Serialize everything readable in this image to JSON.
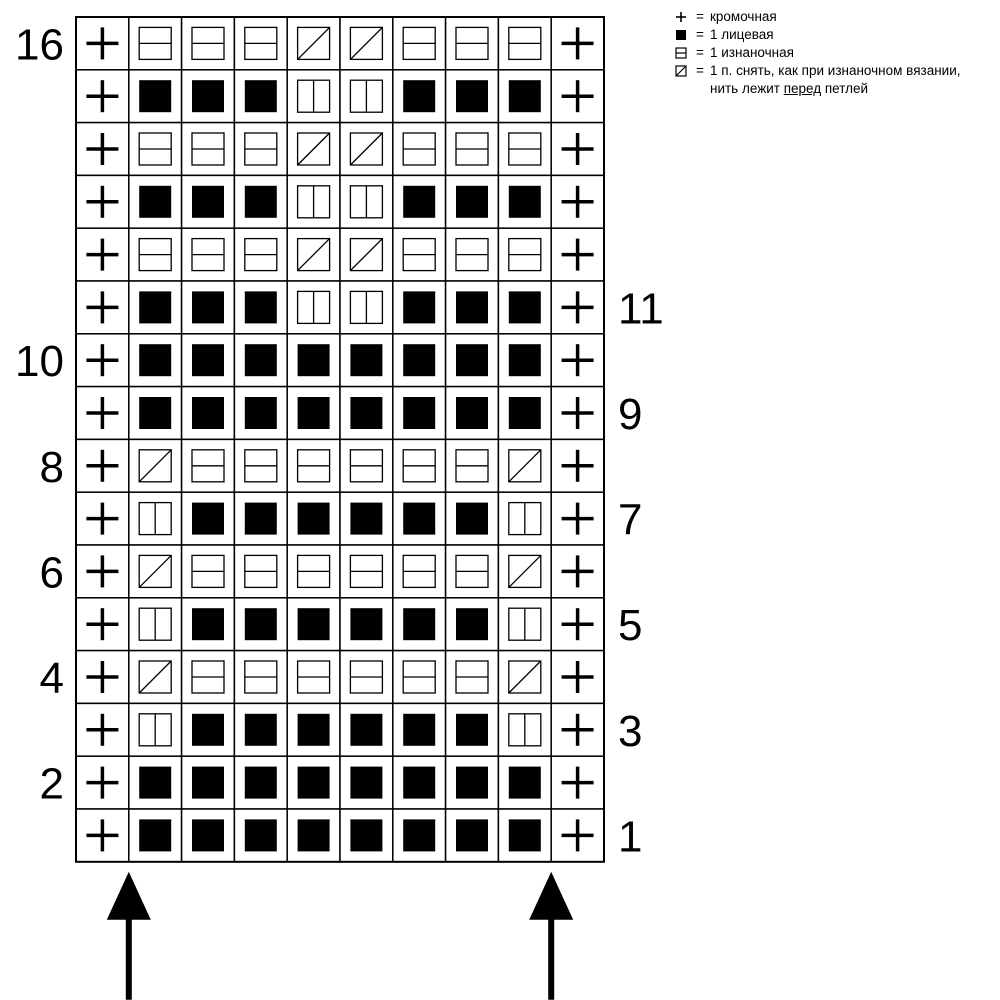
{
  "legend": {
    "items": [
      {
        "symbol": "plus-icon",
        "eq": "=",
        "text": "кромочная"
      },
      {
        "symbol": "filled-square-icon",
        "eq": "=",
        "text": "1 лицевая"
      },
      {
        "symbol": "horizontal-bar-square-icon",
        "eq": "=",
        "text": "1 изнаночная"
      },
      {
        "symbol": "diagonal-square-icon",
        "eq": "=",
        "text": "1 п. снять, как при изнаночном вязании,"
      }
    ],
    "continuation": {
      "before": "нить лежит ",
      "underlined": "перед",
      "after": " петлей"
    }
  },
  "chart_data": {
    "type": "table",
    "symbols": {
      "E": "кромочная",
      "K": "1 лицевая",
      "P": "1 изнаночная",
      "S": "1 п. снять, как при изнаночном вязании, нить лежит перед петлей",
      "V": "vertical-bar-square"
    },
    "rows_top_to_bottom": [
      [
        "E",
        "P",
        "P",
        "P",
        "S",
        "S",
        "P",
        "P",
        "P",
        "E"
      ],
      [
        "E",
        "K",
        "K",
        "K",
        "V",
        "V",
        "K",
        "K",
        "K",
        "E"
      ],
      [
        "E",
        "P",
        "P",
        "P",
        "S",
        "S",
        "P",
        "P",
        "P",
        "E"
      ],
      [
        "E",
        "K",
        "K",
        "K",
        "V",
        "V",
        "K",
        "K",
        "K",
        "E"
      ],
      [
        "E",
        "P",
        "P",
        "P",
        "S",
        "S",
        "P",
        "P",
        "P",
        "E"
      ],
      [
        "E",
        "K",
        "K",
        "K",
        "V",
        "V",
        "K",
        "K",
        "K",
        "E"
      ],
      [
        "E",
        "K",
        "K",
        "K",
        "K",
        "K",
        "K",
        "K",
        "K",
        "E"
      ],
      [
        "E",
        "K",
        "K",
        "K",
        "K",
        "K",
        "K",
        "K",
        "K",
        "E"
      ],
      [
        "E",
        "S",
        "P",
        "P",
        "P",
        "P",
        "P",
        "P",
        "S",
        "E"
      ],
      [
        "E",
        "V",
        "K",
        "K",
        "K",
        "K",
        "K",
        "K",
        "V",
        "E"
      ],
      [
        "E",
        "S",
        "P",
        "P",
        "P",
        "P",
        "P",
        "P",
        "S",
        "E"
      ],
      [
        "E",
        "V",
        "K",
        "K",
        "K",
        "K",
        "K",
        "K",
        "V",
        "E"
      ],
      [
        "E",
        "S",
        "P",
        "P",
        "P",
        "P",
        "P",
        "P",
        "S",
        "E"
      ],
      [
        "E",
        "V",
        "K",
        "K",
        "K",
        "K",
        "K",
        "K",
        "V",
        "E"
      ],
      [
        "E",
        "K",
        "K",
        "K",
        "K",
        "K",
        "K",
        "K",
        "K",
        "E"
      ],
      [
        "E",
        "K",
        "K",
        "K",
        "K",
        "K",
        "K",
        "K",
        "K",
        "E"
      ]
    ],
    "left_labels": [
      {
        "row": 0,
        "text": "16"
      },
      {
        "row": 6,
        "text": "10"
      },
      {
        "row": 8,
        "text": "8"
      },
      {
        "row": 10,
        "text": "6"
      },
      {
        "row": 12,
        "text": "4"
      },
      {
        "row": 14,
        "text": "2"
      }
    ],
    "right_labels": [
      {
        "row": 5,
        "text": "11"
      },
      {
        "row": 7,
        "text": "9"
      },
      {
        "row": 9,
        "text": "7"
      },
      {
        "row": 11,
        "text": "5"
      },
      {
        "row": 13,
        "text": "3"
      },
      {
        "row": 15,
        "text": "1"
      }
    ],
    "arrows_under_columns": [
      1,
      9
    ]
  }
}
